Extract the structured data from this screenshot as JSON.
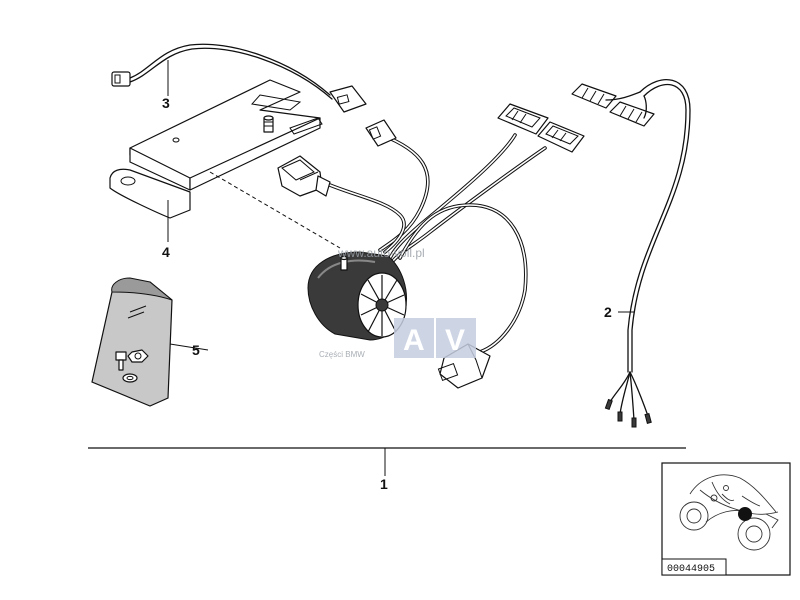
{
  "callouts": {
    "c1": "1",
    "c2": "2",
    "c3": "3",
    "c4": "4",
    "c5": "5"
  },
  "watermark": {
    "url": "www.auto-voll.pl",
    "logo_a": "A",
    "logo_v": "V",
    "tagline": "Części BMW",
    "accent_color": "#c5cde0"
  },
  "reference_code": "00044905",
  "icons": {
    "siren": "alarm-siren-icon",
    "bracket": "mounting-bracket-icon",
    "rubber_mount": "rubber-mount-icon",
    "motorcycle": "motorcycle-thumbnail-icon"
  }
}
